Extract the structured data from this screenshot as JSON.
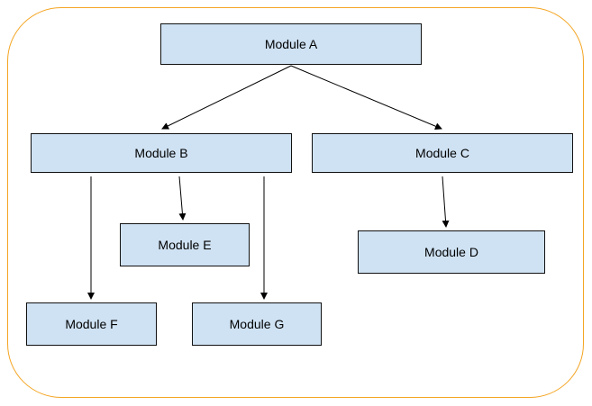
{
  "diagram": {
    "frame_color": "#f4a523",
    "node_fill": "#cfe2f3",
    "nodes": {
      "a": {
        "label": "Module A"
      },
      "b": {
        "label": "Module B"
      },
      "c": {
        "label": "Module C"
      },
      "d": {
        "label": "Module D"
      },
      "e": {
        "label": "Module E"
      },
      "f": {
        "label": "Module F"
      },
      "g": {
        "label": "Module G"
      }
    },
    "edges": [
      {
        "from": "Module A",
        "to": "Module B"
      },
      {
        "from": "Module A",
        "to": "Module C"
      },
      {
        "from": "Module B",
        "to": "Module E"
      },
      {
        "from": "Module B",
        "to": "Module F"
      },
      {
        "from": "Module B",
        "to": "Module G"
      },
      {
        "from": "Module C",
        "to": "Module D"
      }
    ]
  }
}
